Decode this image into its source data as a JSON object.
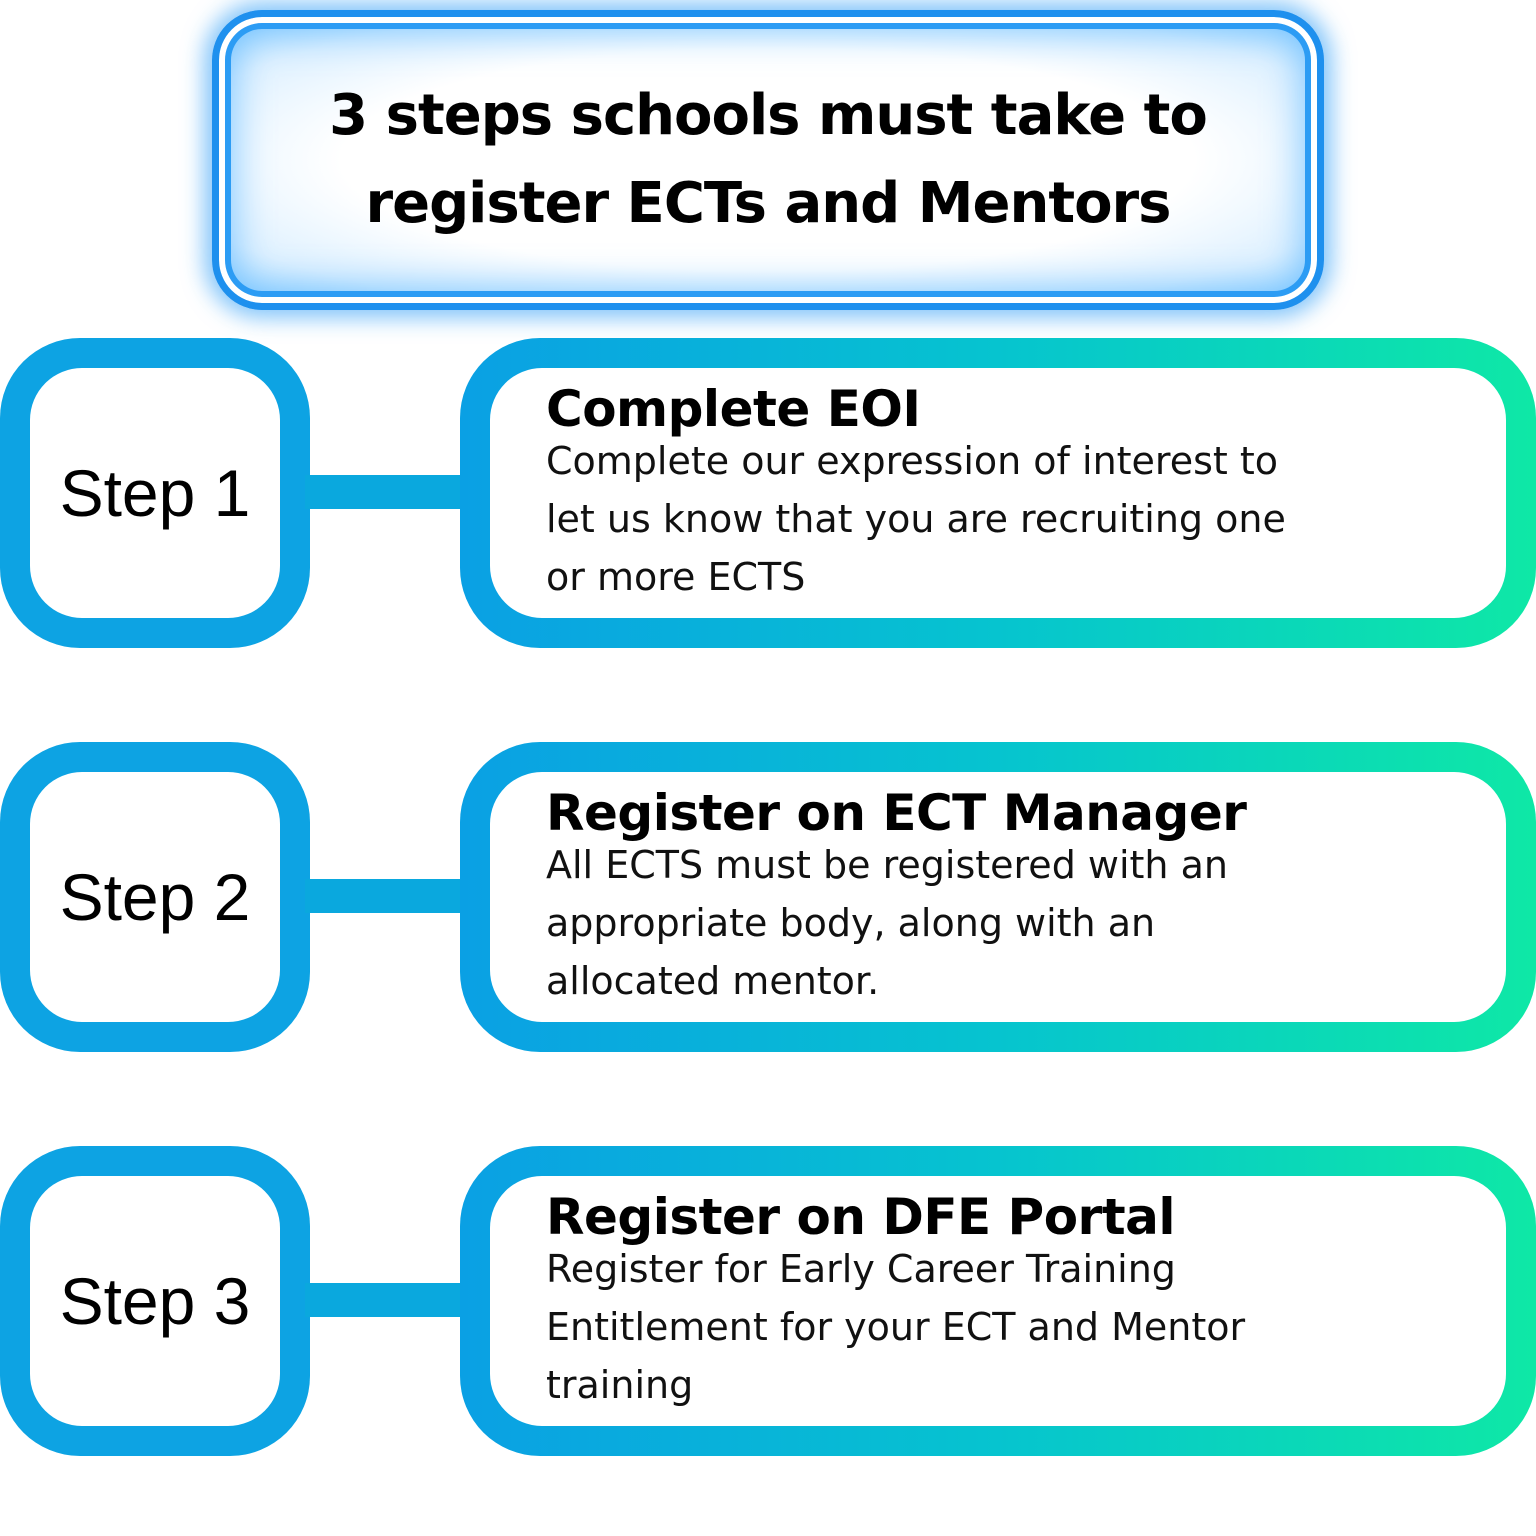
{
  "title": {
    "line1": "3 steps schools must take to",
    "line2": "register ECTs and Mentors"
  },
  "colors": {
    "title_border": "#1e90ee",
    "step_ring": "#0da3e3",
    "card_gradient_start": "#0aa0e4",
    "card_gradient_end": "#0ee8a6"
  },
  "steps": [
    {
      "label": "Step 1",
      "heading": "Complete EOI",
      "lines": [
        "Complete our expression of interest to",
        "let us know that you are recruiting one",
        "or more ECTS"
      ]
    },
    {
      "label": "Step 2",
      "heading": "Register on ECT Manager",
      "lines": [
        "All ECTS must be registered with an",
        "appropriate body, along with an",
        "allocated mentor."
      ]
    },
    {
      "label": "Step 3",
      "heading": "Register on DFE Portal",
      "lines": [
        "Register for Early Career Training",
        "Entitlement for your ECT and Mentor",
        "training"
      ]
    }
  ]
}
